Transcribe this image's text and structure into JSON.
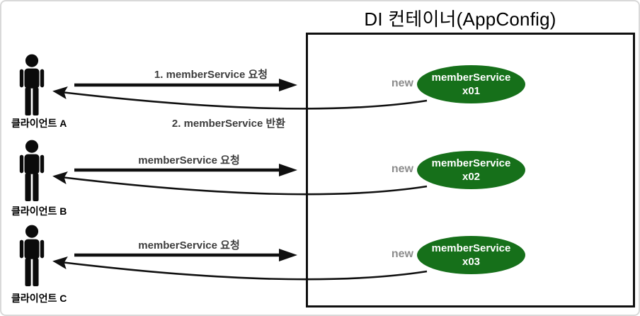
{
  "diagram": {
    "title": "DI 컨테이너(AppConfig)",
    "rows": [
      {
        "client": "클라이언트 A",
        "request": "1. memberService 요청",
        "return": "2. memberService 반환",
        "new_label": "new",
        "bean_line1": "memberService",
        "bean_line2": "x01"
      },
      {
        "client": "클라이언트 B",
        "request": "memberService 요청",
        "new_label": "new",
        "bean_line1": "memberService",
        "bean_line2": "x02"
      },
      {
        "client": "클라이언트 C",
        "request": "memberService 요청",
        "new_label": "new",
        "bean_line1": "memberService",
        "bean_line2": "x03"
      }
    ],
    "colors": {
      "bean_fill": "#16701a",
      "bean_text": "#ffffff",
      "new_text": "#8c8c8c",
      "arrow": "#000000",
      "arrow_label_text": "#3d3d3d",
      "container_border": "#101010"
    }
  }
}
